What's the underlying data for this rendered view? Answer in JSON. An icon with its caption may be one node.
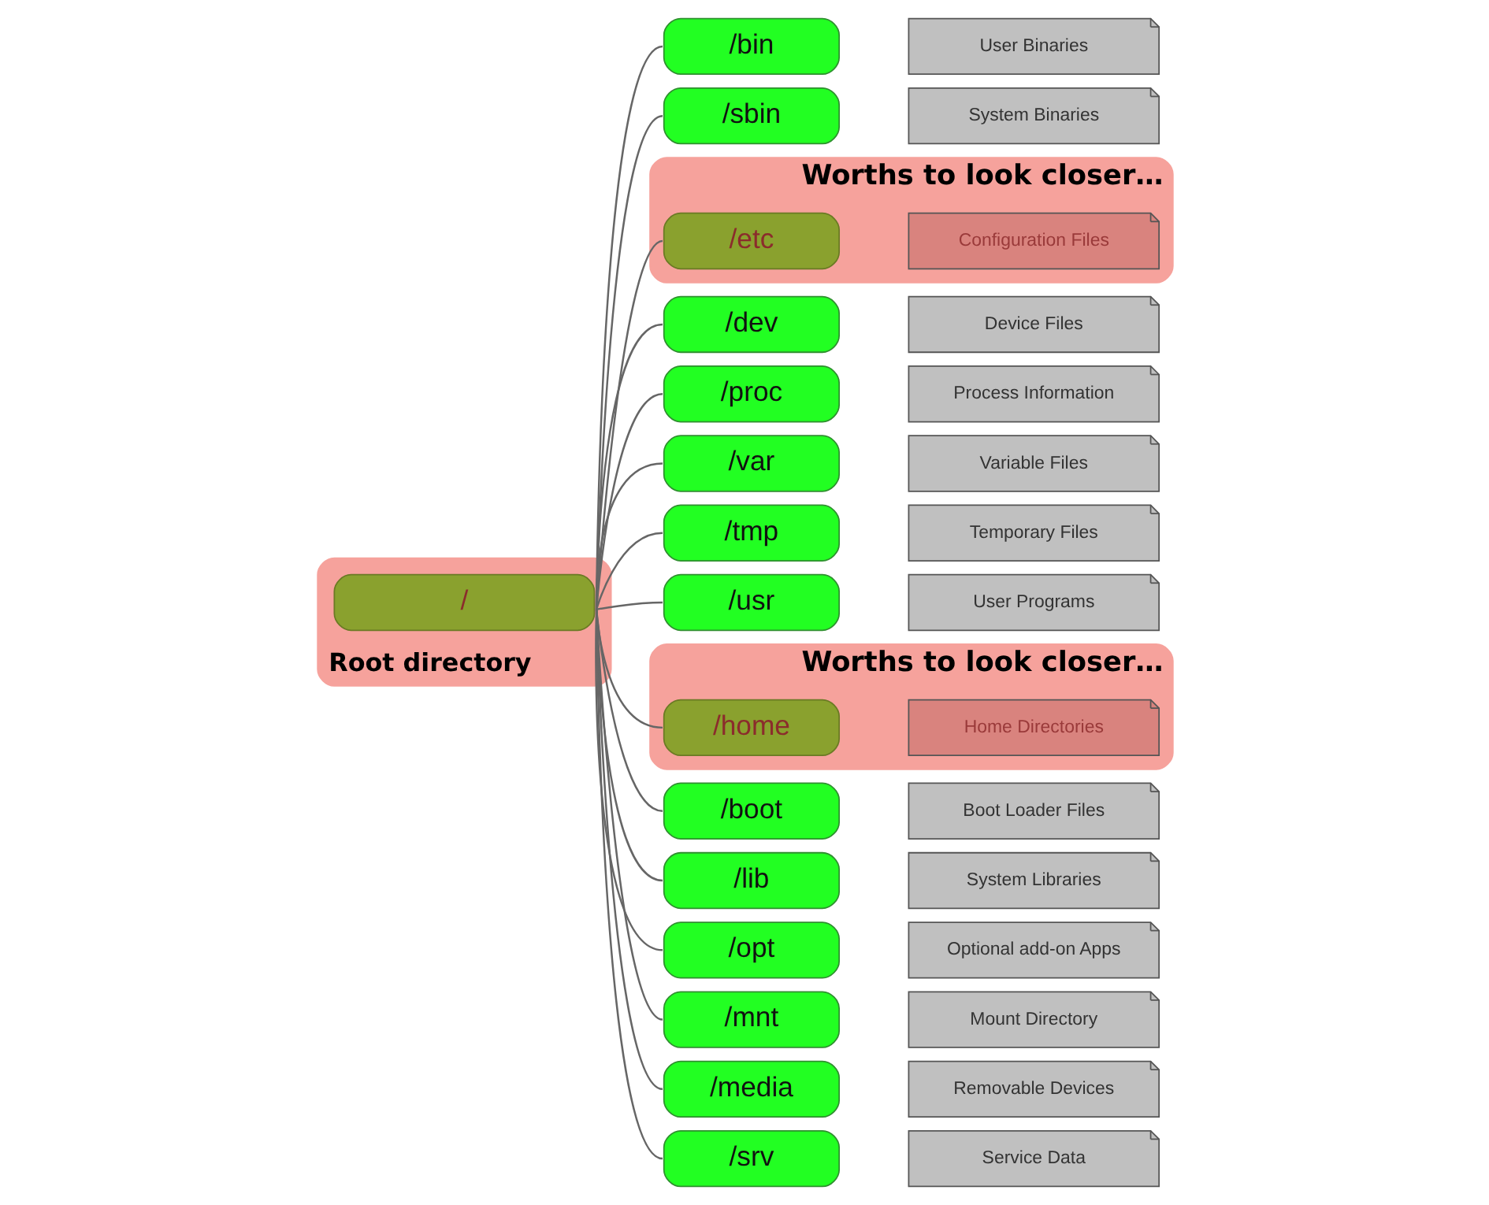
{
  "diagram": {
    "nodes": [
      {
        "text": [
          "Root directory"
        ]
      },
      {
        "text": [
          "/"
        ],
        "in": 0
      },
      {
        "text": [
          "/bin"
        ]
      },
      {
        "text": [
          "User Binaries"
        ]
      },
      {
        "text": [
          "/sbin"
        ]
      },
      {
        "text": [
          "System Binaries"
        ]
      },
      {
        "text": [
          "Worths to look closer…"
        ]
      },
      {
        "text": [
          "/etc"
        ],
        "in": 6
      },
      {
        "text": [
          "Configuration Files"
        ],
        "in": 6
      },
      {
        "text": [
          "/dev"
        ]
      },
      {
        "text": [
          "Device Files"
        ]
      },
      {
        "text": [
          "/proc"
        ]
      },
      {
        "text": [
          "Process Information"
        ]
      },
      {
        "text": [
          "/var"
        ]
      },
      {
        "text": [
          "Variable Files"
        ]
      },
      {
        "text": [
          "/tmp"
        ]
      },
      {
        "text": [
          "Temporary Files"
        ]
      },
      {
        "text": [
          "/usr"
        ]
      },
      {
        "text": [
          "User Programs"
        ]
      },
      {
        "text": [
          "Worths to look closer…"
        ]
      },
      {
        "text": [
          "/home"
        ],
        "in": 19
      },
      {
        "text": [
          "Home Directories"
        ],
        "in": 19
      },
      {
        "text": [
          "/boot"
        ]
      },
      {
        "text": [
          "Boot Loader Files"
        ]
      },
      {
        "text": [
          "/lib"
        ]
      },
      {
        "text": [
          "System Libraries"
        ]
      },
      {
        "text": [
          "/opt"
        ]
      },
      {
        "text": [
          "Optional add-on Apps"
        ]
      },
      {
        "text": [
          "/mnt"
        ]
      },
      {
        "text": [
          "Mount Directory"
        ]
      },
      {
        "text": [
          "/media"
        ]
      },
      {
        "text": [
          "Removable Devices"
        ]
      },
      {
        "text": [
          "/srv"
        ]
      },
      {
        "text": [
          "Service Data"
        ]
      }
    ],
    "edges": [
      {
        "from": 1,
        "to": 2,
        "arrow": "none"
      },
      {
        "from": 1,
        "to": 4,
        "arrow": "none"
      },
      {
        "from": 1,
        "to": 7,
        "arrow": "none"
      },
      {
        "from": 1,
        "to": 9,
        "arrow": "none"
      },
      {
        "from": 1,
        "to": 11,
        "arrow": "none"
      },
      {
        "from": 1,
        "to": 13,
        "arrow": "none"
      },
      {
        "from": 1,
        "to": 15,
        "arrow": "none"
      },
      {
        "from": 1,
        "to": 17,
        "arrow": "none"
      },
      {
        "from": 1,
        "to": 20,
        "arrow": "none"
      },
      {
        "from": 1,
        "to": 22,
        "arrow": "none"
      },
      {
        "from": 1,
        "to": 24,
        "arrow": "none"
      },
      {
        "from": 1,
        "to": 26,
        "arrow": "none"
      },
      {
        "from": 1,
        "to": 28,
        "arrow": "none"
      },
      {
        "from": 1,
        "to": 30,
        "arrow": "none"
      },
      {
        "from": 1,
        "to": 32,
        "arrow": "none"
      }
    ]
  }
}
